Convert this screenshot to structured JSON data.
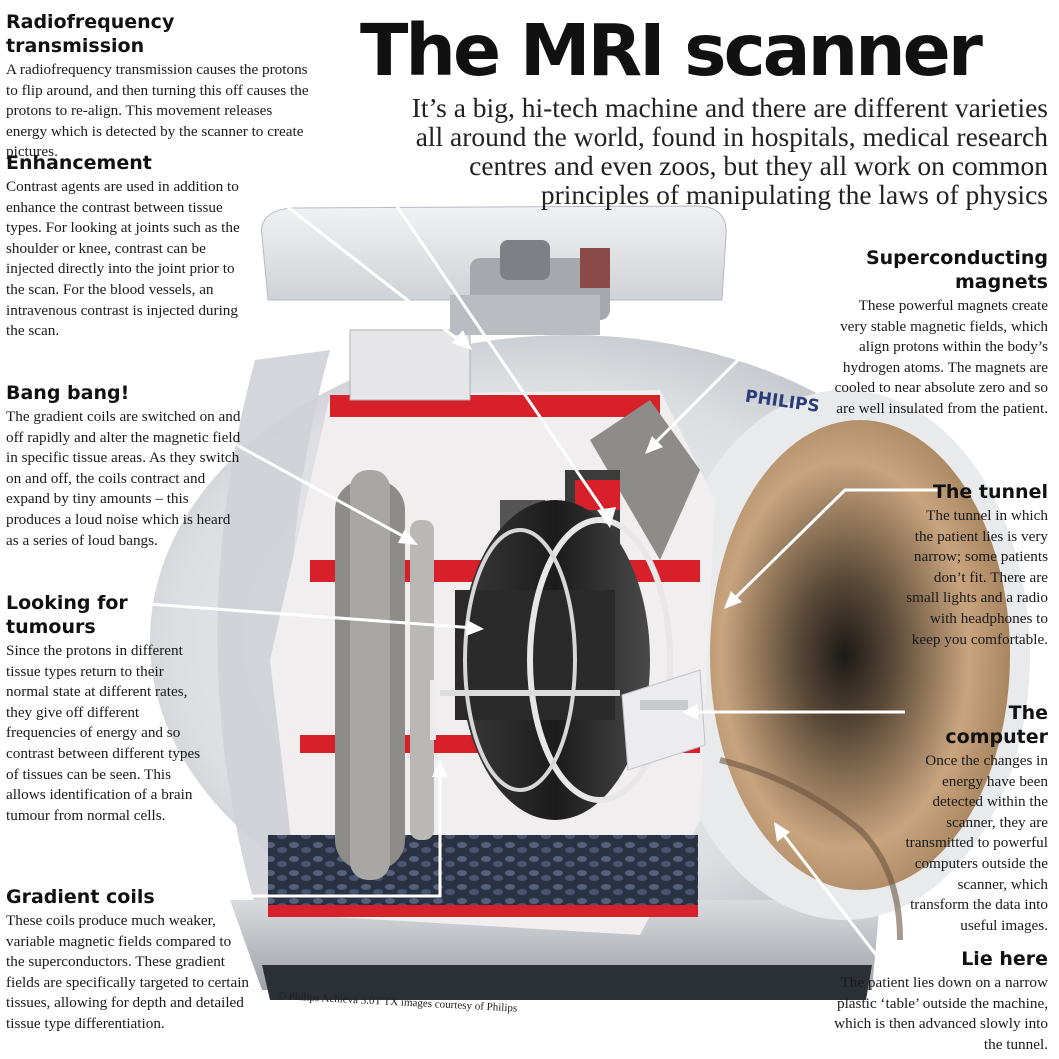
{
  "title": "The MRI scanner",
  "subtitle": "It’s a big, hi-tech machine and there are different varieties all around the world, found in hospitals, medical research centres and even zoos, but they all work on common principles of manipulating the laws of physics",
  "brand_label": "PHILIPS",
  "credit": "© Philips Achieva 3.0T TX images courtesy of Philips",
  "annotations": {
    "radiofrequency": {
      "heading": "Radiofrequency transmission",
      "text": "A radiofrequency transmission causes the protons to flip around, and then turning this off causes the protons to re-align. This movement releases energy which is detected by the scanner to create pictures."
    },
    "enhancement": {
      "heading": "Enhancement",
      "text": "Contrast agents are used in addition to enhance the contrast between tissue types. For looking at joints such as the shoulder or knee, contrast can be injected directly into the joint prior to the scan. For the blood vessels, an intravenous contrast is injected during the scan."
    },
    "bang_bang": {
      "heading": "Bang bang!",
      "text": "The gradient coils are switched on and off rapidly and alter the magnetic field in specific tissue areas. As they switch on and off, the coils contract and expand by tiny amounts – this produces a loud noise which is heard as a series of loud bangs."
    },
    "tumours": {
      "heading": "Looking for tumours",
      "text": "Since the protons in different tissue types return to their normal state at different rates, they give off different frequencies of energy and so contrast between different types of tissues can be seen. This allows identification of a brain tumour from normal cells."
    },
    "gradient_coils": {
      "heading": "Gradient coils",
      "text": "These coils produce much weaker, variable magnetic fields compared to the superconductors. These gradient fields are specifically targeted to certain tissues, allowing for depth and detailed tissue type differentiation."
    },
    "superconducting": {
      "heading": "Superconducting magnets",
      "text": "These powerful magnets create very stable magnetic fields, which align protons within the body’s hydrogen atoms. The magnets are cooled to near absolute zero and so are well insulated from the patient."
    },
    "tunnel": {
      "heading": "The tunnel",
      "text": "The tunnel in which the patient lies is very narrow; some patients don’t fit. There are small lights and a radio with headphones to keep you comfortable."
    },
    "computer": {
      "heading": "The computer",
      "text": "Once the changes in energy have been detected within the scanner, they are transmitted to powerful computers outside the scanner, which transform the data into useful images."
    },
    "lie_here": {
      "heading": "Lie here",
      "text": "The patient lies down on a narrow plastic ‘table’ outside the machine, which is then advanced slowly into the tunnel."
    }
  },
  "colors": {
    "housing": "#e4e6ea",
    "accent_red": "#d8202a",
    "bore_tan": "#c9a57f",
    "coil_grey": "#8d8c88"
  }
}
